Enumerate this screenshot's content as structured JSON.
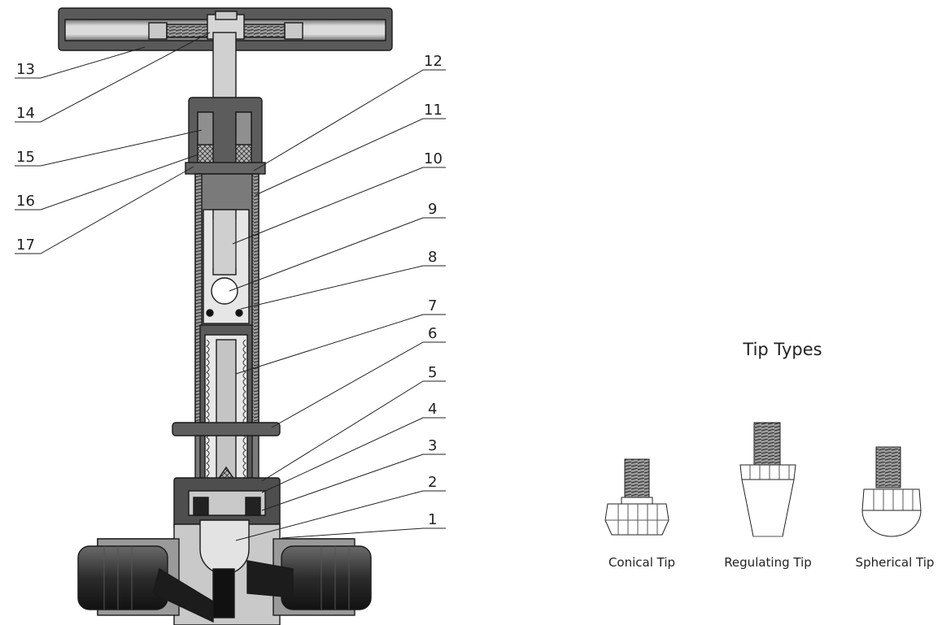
{
  "callouts": [
    {
      "label": "13",
      "side": "left"
    },
    {
      "label": "14",
      "side": "left"
    },
    {
      "label": "15",
      "side": "left"
    },
    {
      "label": "16",
      "side": "left"
    },
    {
      "label": "17",
      "side": "left"
    },
    {
      "label": "12",
      "side": "right"
    },
    {
      "label": "11",
      "side": "right"
    },
    {
      "label": "10",
      "side": "right"
    },
    {
      "label": "9",
      "side": "right"
    },
    {
      "label": "8",
      "side": "right"
    },
    {
      "label": "7",
      "side": "right"
    },
    {
      "label": "6",
      "side": "right"
    },
    {
      "label": "5",
      "side": "right"
    },
    {
      "label": "4",
      "side": "right"
    },
    {
      "label": "3",
      "side": "right"
    },
    {
      "label": "2",
      "side": "right"
    },
    {
      "label": "1",
      "side": "right"
    }
  ],
  "tip_types": {
    "title": "Tip Types",
    "items": [
      {
        "label": "Conical Tip"
      },
      {
        "label": "Regulating Tip"
      },
      {
        "label": "Spherical Tip"
      }
    ]
  },
  "colors": {
    "outline": "#1a1a1a",
    "metal_light": "#d9d9d9",
    "metal_mid": "#bdbdbd",
    "metal_dark": "#5e5e5e",
    "fitting_dark": "#2a2a2a",
    "packing": "#8a8a8a"
  }
}
